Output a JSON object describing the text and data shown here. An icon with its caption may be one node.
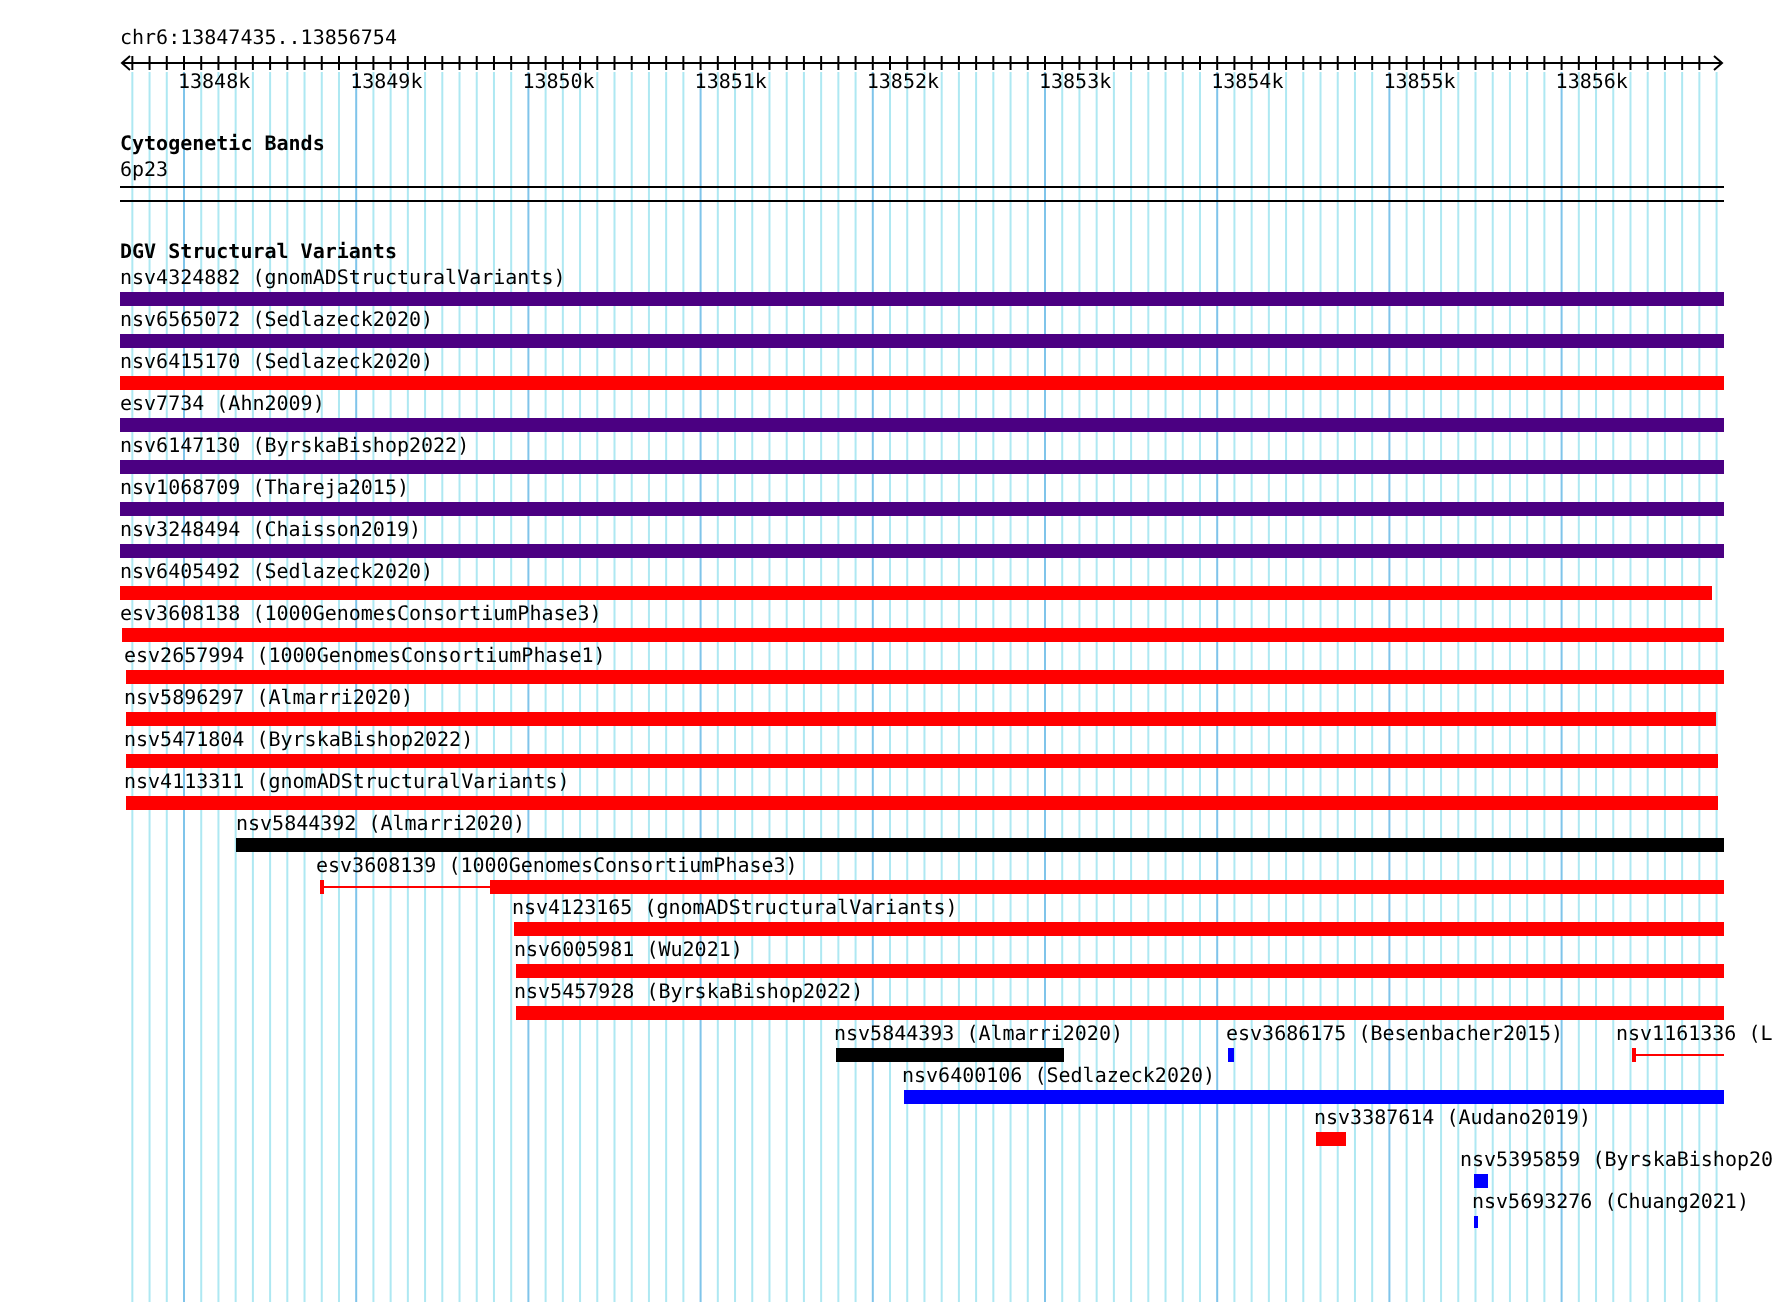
{
  "diagram": {
    "nodes": [
      {
        "text": [
          "nsv4324882 (gnomADStructuralVariants)"
        ]
      },
      {
        "text": [
          "nsv6565072 (Sedlazeck2020)"
        ]
      },
      {
        "text": [
          "nsv6415170 (Sedlazeck2020)"
        ]
      },
      {
        "text": [
          "esv7734 (Ahn2009)"
        ]
      },
      {
        "text": [
          "nsv6147130 (ByrskaBishop2022)"
        ]
      },
      {
        "text": [
          "nsv1068709 (Thareja2015)"
        ]
      },
      {
        "text": [
          "nsv3248494 (Chaisson2019)"
        ]
      },
      {
        "text": [
          "nsv6405492 (Sedlazeck2020)"
        ]
      },
      {
        "text": [
          "esv3608138 (1000GenomesConsortiumPhase3)"
        ]
      },
      {
        "text": [
          "esv2657994 (1000GenomesConsortiumPhase1)"
        ]
      },
      {
        "text": [
          "nsv5896297 (Almarri2020)"
        ]
      },
      {
        "text": [
          "nsv5471804 (ByrskaBishop2022)"
        ]
      },
      {
        "text": [
          "nsv4113311 (gnomADStructuralVariants)"
        ]
      },
      {
        "text": [
          "nsv5844392 (Almarri2020)"
        ]
      },
      {
        "text": [
          "esv3608139 (1000GenomesConsortiumPhase3)"
        ]
      },
      {
        "text": [
          "nsv4123165 (gnomADStructuralVariants)"
        ]
      },
      {
        "text": [
          "nsv6005981 (Wu2021)"
        ]
      },
      {
        "text": [
          "nsv5457928 (ByrskaBishop2022)"
        ]
      },
      {
        "text": [
          "nsv5844393 (Almarri2020)"
        ]
      },
      {
        "text": [
          "esv3686175 (Besenbacher2015)"
        ]
      },
      {
        "text": [
          "nsv1161336 (L"
        ]
      },
      {
        "text": [
          "nsv6400106 (Sedlazeck2020)"
        ]
      },
      {
        "text": [
          "nsv3387614 (Audano2019)"
        ]
      },
      {
        "text": [
          "nsv5395859 (ByrskaBishop20"
        ]
      },
      {
        "text": [
          "nsv5693276 (Chuang2021)"
        ]
      }
    ],
    "labels": [
      "chr6:13847435..13856754",
      "13848k",
      "13849k",
      "13850k",
      "13851k",
      "13852k",
      "13853k",
      "13854k",
      "13855k",
      "13856k",
      "Cytogenetic Bands",
      "6p23",
      "DGV Structural Variants"
    ]
  }
}
